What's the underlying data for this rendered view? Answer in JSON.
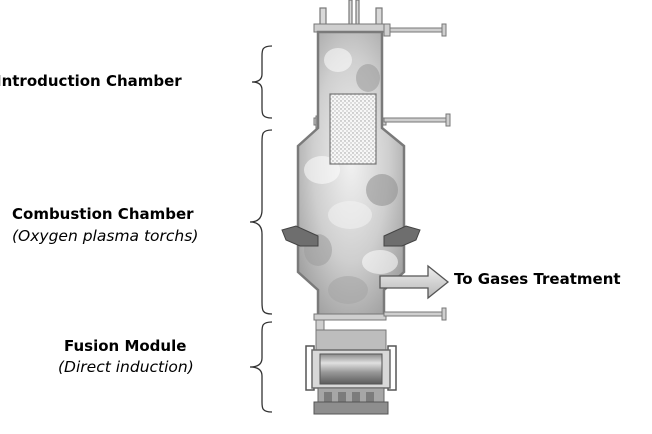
{
  "labels": {
    "introduction_chamber": "Introduction Chamber",
    "combustion_chamber": "Combustion Chamber",
    "combustion_subtitle": "(Oxygen plasma torchs)",
    "fusion_module": "Fusion Module",
    "fusion_subtitle": "(Direct induction)",
    "gas_outlet": "To Gases Treatment"
  },
  "colors": {
    "wall": "#8c8c8c",
    "smoke_light": "#e4e4e4",
    "smoke_dark": "#a9a9a9",
    "torch": "#6e6e6e",
    "arrow_fill": "#cfcfcf"
  }
}
